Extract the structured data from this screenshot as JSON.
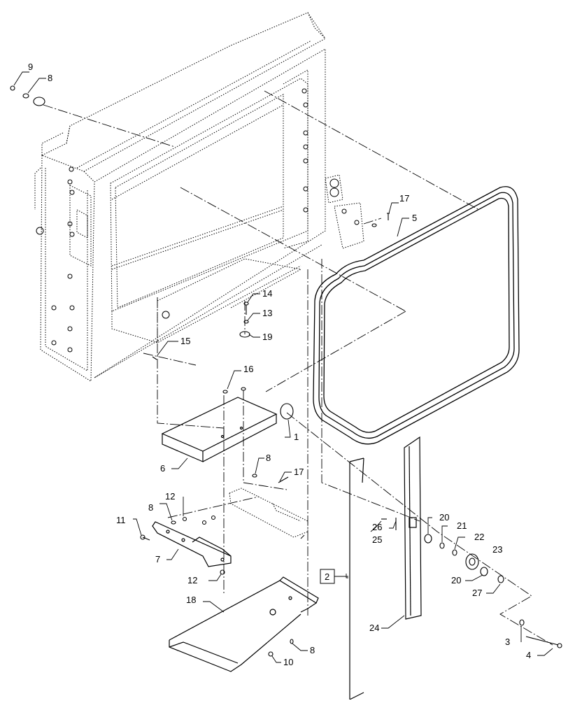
{
  "callouts": {
    "c1": "1",
    "c2": "2",
    "c3": "3",
    "c4": "4",
    "c5": "5",
    "c6": "6",
    "c7": "7",
    "c8a": "8",
    "c8b": "8",
    "c8c": "8",
    "c8d": "8",
    "c9": "9",
    "c10": "10",
    "c11": "11",
    "c12a": "12",
    "c12b": "12",
    "c13": "13",
    "c14": "14",
    "c15": "15",
    "c16": "16",
    "c17a": "17",
    "c17b": "17",
    "c18": "18",
    "c19": "19",
    "c20a": "20",
    "c20b": "20",
    "c21": "21",
    "c22": "22",
    "c23": "23",
    "c24": "24",
    "c25": "25",
    "c26": "26",
    "c27": "27"
  }
}
